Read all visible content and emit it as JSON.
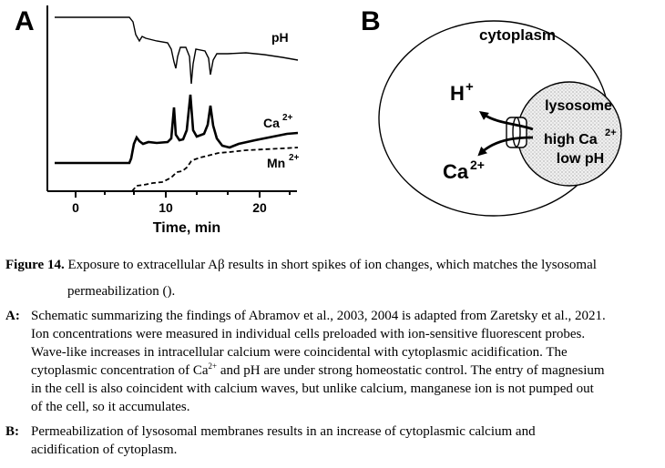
{
  "panel_a": {
    "label": "A",
    "trace_labels": {
      "ph": "pH",
      "ca": "Ca",
      "ca_sup": "2+",
      "mn": "Mn",
      "mn_sup": "2+"
    },
    "x_ticks": [
      "0",
      "10",
      "20"
    ],
    "x_axis_label": "Time, min"
  },
  "panel_b": {
    "label": "B",
    "cytoplasm": "cytoplasm",
    "lysosome": "lysosome",
    "high_ca": "high Ca",
    "high_ca_sup": "2+",
    "low_ph": "low pH",
    "h_ion": "H",
    "h_sup": "+",
    "ca_ion": "Ca",
    "ca_sup": "2+"
  },
  "caption": {
    "figure_label": "Figure 14.",
    "title_part1": "Exposure to extracellular A",
    "beta": "β",
    "title_part2": "results in short spikes of ion changes, which matches the lysosomal",
    "title_line2": "permeabilization ().",
    "item_a_label": "A:",
    "item_a_line1": "Schematic summarizing the findings of Abramov et al., 2003, 2004 is adapted from Zaretsky et al., 2021.",
    "item_a_line2": "Ion concentrations were measured in individual cells preloaded with ion-sensitive fluorescent probes.",
    "item_a_line3": "Wave-like increases in intracellular calcium were coincidental with cytoplasmic acidification. The",
    "item_a_line4_pre": "cytoplasmic concentration of Ca",
    "item_a_line4_sup": "2+",
    "item_a_line4_post": " and pH are under strong homeostatic control. The entry of magnesium",
    "item_a_line5": "in the cell is also coincident with calcium waves, but unlike calcium, manganese ion is not pumped out",
    "item_a_line6": "of the cell, so it accumulates.",
    "item_b_label": "B:",
    "item_b_line1": "Permeabilization of lysosomal membranes results in an increase of cytoplasmic calcium and",
    "item_b_line2": "acidification of cytoplasm."
  }
}
